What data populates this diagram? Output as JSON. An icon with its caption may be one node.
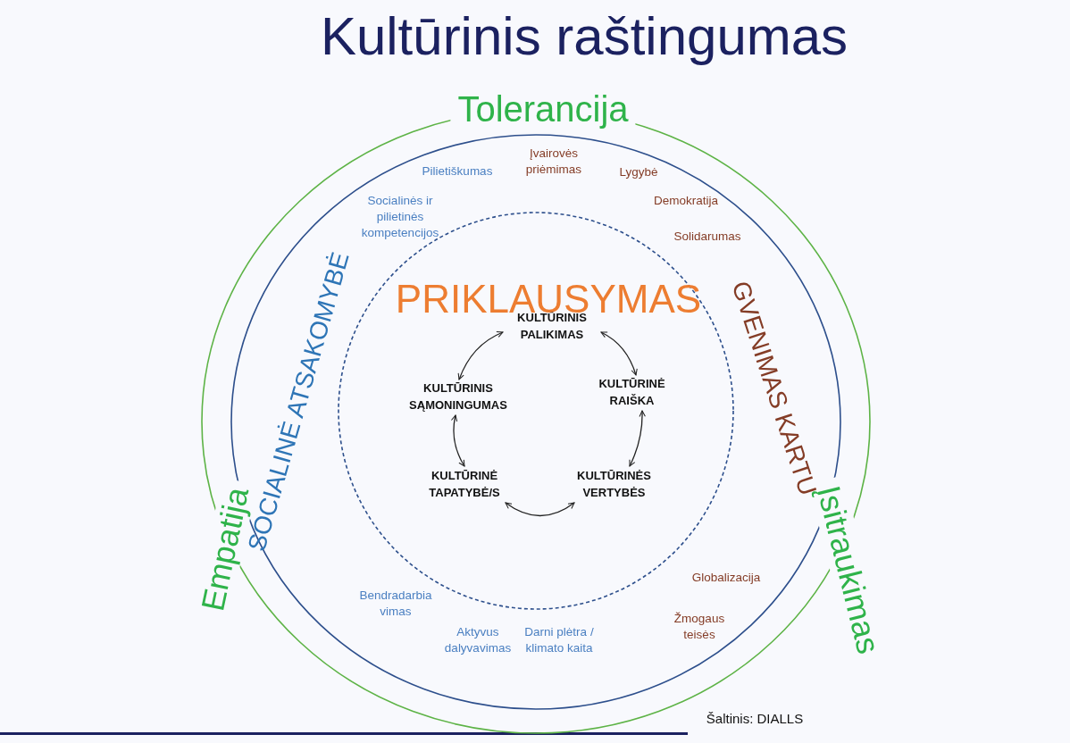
{
  "diagram": {
    "title": "Kultūrinis raštingumas",
    "nodes": [
      {
        "text": [
          "Tolerancija",
          "Empatija",
          "Įsitraukimas"
        ]
      },
      {
        "text": [
          "SOCIALINĖ ATSAKOMYBĖ",
          "GVENIMAS KARTU"
        ],
        "in": 0
      },
      {
        "text": [
          "PRIKLAUSYMAS"
        ],
        "in": 1
      },
      {
        "text": [
          "KULTŪRINIS PALIKIMAS"
        ],
        "in": 2
      },
      {
        "text": [
          "KULTŪRINIS SĄMONINGUMAS"
        ],
        "in": 2
      },
      {
        "text": [
          "KULTŪRINĖ RAIŠKA"
        ],
        "in": 2
      },
      {
        "text": [
          "KULTŪRINĖ TAPATYBĖ/S"
        ],
        "in": 2
      },
      {
        "text": [
          "KULTŪRINĖS VERTYBĖS"
        ],
        "in": 2
      }
    ],
    "edges": [
      {
        "from": 3,
        "to": 4,
        "arrow": "both"
      },
      {
        "from": 3,
        "to": 5,
        "arrow": "both"
      },
      {
        "from": 4,
        "to": 6,
        "arrow": "both"
      },
      {
        "from": 5,
        "to": 7,
        "arrow": "both"
      },
      {
        "from": 6,
        "to": 7,
        "arrow": "both"
      }
    ],
    "labels": [
      "Įvairovės priėmimas",
      "Pilietiškumas",
      "Lygybė",
      "Socialinės ir pilietinės kompetencijos",
      "Demokratija",
      "Solidarumas",
      "Globalizacija",
      "Bendradarbia vimas",
      "Žmogaus teisės",
      "Aktyvus dalyvavimas",
      "Darni plėtra / klimato kaita",
      "Šaltinis: DIALLS"
    ]
  }
}
